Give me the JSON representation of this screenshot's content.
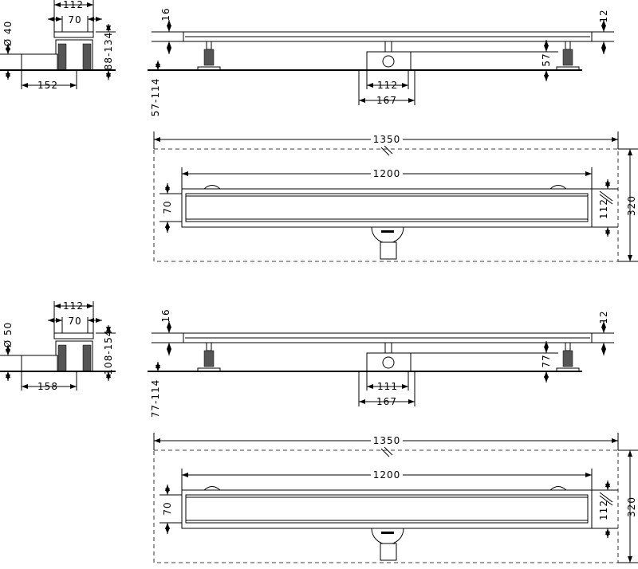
{
  "variants": [
    {
      "section": {
        "width_outer": "112",
        "width_inner": "70",
        "pipe_diameter": "Ø 40",
        "height_range": "88-134",
        "length": "152"
      },
      "side": {
        "grate_thickness": "16",
        "frame_thickness": "12",
        "outlet_height": "57",
        "install_height": "57-114",
        "outlet_width": "112",
        "outlet_base": "167"
      },
      "plan": {
        "overall_length": "1350",
        "channel_length": "1200",
        "channel_width": "70",
        "frame_width": "112",
        "overall_width": "320"
      }
    },
    {
      "section": {
        "width_outer": "112",
        "width_inner": "70",
        "pipe_diameter": "Ø 50",
        "height_range": "108-154",
        "length": "158"
      },
      "side": {
        "grate_thickness": "16",
        "frame_thickness": "12",
        "outlet_height": "77",
        "install_height": "77-114",
        "outlet_width": "111",
        "outlet_base": "167"
      },
      "plan": {
        "overall_length": "1350",
        "channel_length": "1200",
        "channel_width": "70",
        "frame_width": "112",
        "overall_width": "320"
      }
    }
  ]
}
